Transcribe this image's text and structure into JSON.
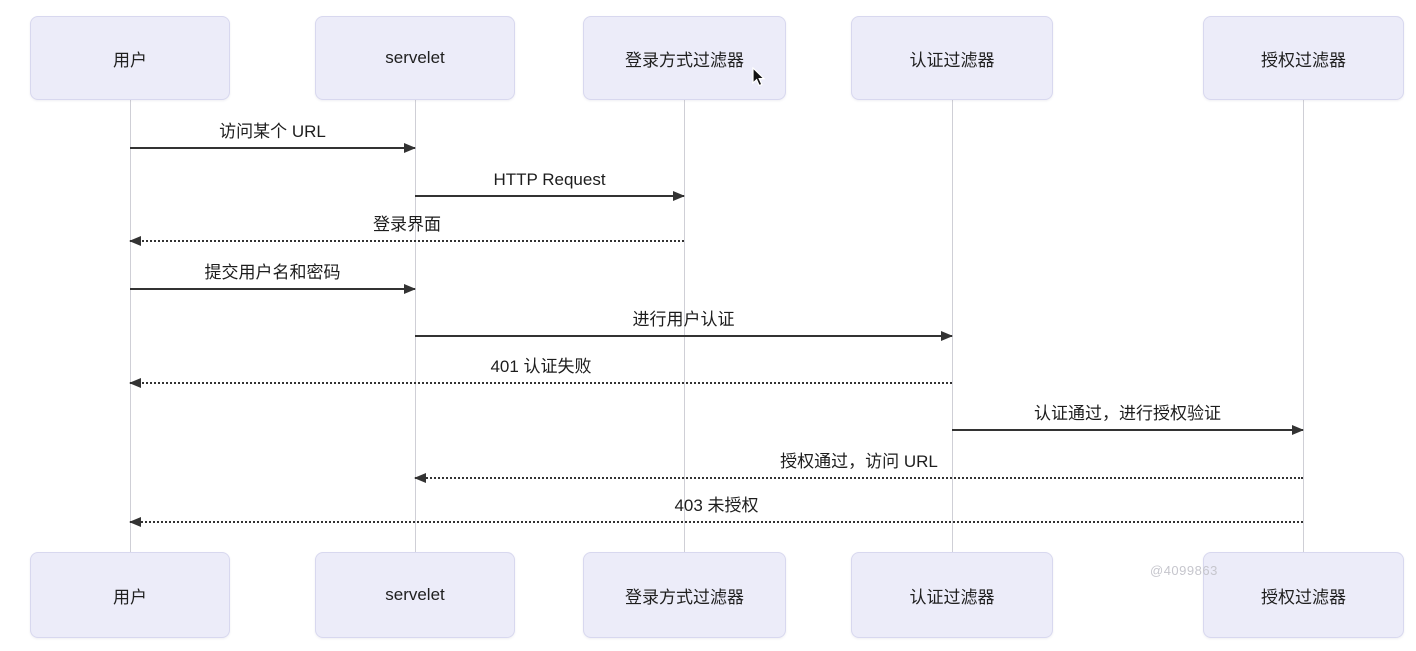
{
  "diagram": {
    "type": "sequence-diagram",
    "actors": [
      {
        "id": "user",
        "label": "用户"
      },
      {
        "id": "servelet",
        "label": "servelet"
      },
      {
        "id": "login-method-filter",
        "label": "登录方式过滤器"
      },
      {
        "id": "authentication-filter",
        "label": "认证过滤器"
      },
      {
        "id": "authorization-filter",
        "label": "授权过滤器"
      }
    ],
    "messages": [
      {
        "from": "用户",
        "to": "servelet",
        "label": "访问某个 URL",
        "line": "solid",
        "direction": "right"
      },
      {
        "from": "servelet",
        "to": "登录方式过滤器",
        "label": "HTTP Request",
        "line": "solid",
        "direction": "right"
      },
      {
        "from": "登录方式过滤器",
        "to": "用户",
        "label": "登录界面",
        "line": "dashed",
        "direction": "left"
      },
      {
        "from": "用户",
        "to": "servelet",
        "label": "提交用户名和密码",
        "line": "solid",
        "direction": "right"
      },
      {
        "from": "servelet",
        "to": "认证过滤器",
        "label": "进行用户认证",
        "line": "solid",
        "direction": "right"
      },
      {
        "from": "认证过滤器",
        "to": "用户",
        "label": "401 认证失败",
        "line": "dashed",
        "direction": "left"
      },
      {
        "from": "认证过滤器",
        "to": "授权过滤器",
        "label": "认证通过，进行授权验证",
        "line": "solid",
        "direction": "right"
      },
      {
        "from": "授权过滤器",
        "to": "servelet",
        "label": "授权通过，访问 URL",
        "line": "dashed",
        "direction": "left"
      },
      {
        "from": "授权过滤器",
        "to": "用户",
        "label": "403 未授权",
        "line": "dashed",
        "direction": "left"
      }
    ],
    "watermark": "@4099863",
    "colors": {
      "actor_box_bg": "#ececf9",
      "actor_box_border": "#d8d8ef",
      "lifeline": "#cfcfd6",
      "arrow": "#333333",
      "label_text": "#1d1d1d",
      "watermark_text": "#c6c6cd",
      "background": "#ffffff"
    }
  }
}
